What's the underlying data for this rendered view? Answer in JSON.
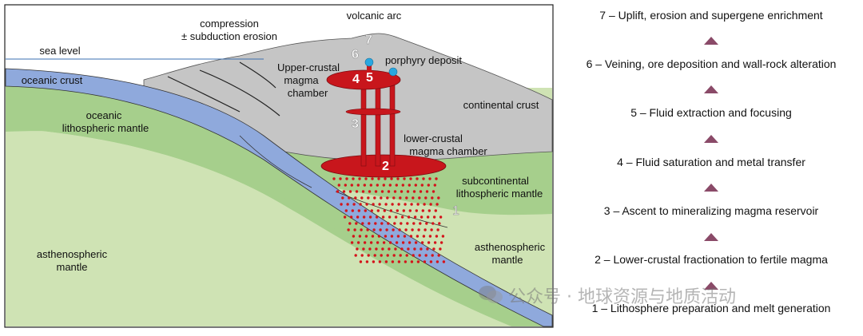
{
  "colors": {
    "crust": "#c5c5c5",
    "oceanic_crust": "#8fa9dc",
    "lith_mantle": "#a6cf8c",
    "asthenosphere": "#cfe3b4",
    "magma": "#c8161c",
    "ore": "#2aa7e0",
    "arrow": "#8a4a68"
  },
  "labels": {
    "compression": "compression",
    "subduction_erosion": "± subduction erosion",
    "volcanic_arc": "volcanic arc",
    "sea_level": "sea level",
    "oceanic_crust": "oceanic crust",
    "oceanic_mantle_1": "oceanic",
    "oceanic_mantle_2": "lithospheric mantle",
    "upper_chamber_1": "Upper-crustal",
    "upper_chamber_2": "magma",
    "upper_chamber_3": "chamber",
    "porphyry_deposit": "porphyry deposit",
    "continental_crust": "continental crust",
    "lower_chamber_1": "lower-crustal",
    "lower_chamber_2": "magma chamber",
    "subcont_1": "subcontinental",
    "subcont_2": "lithospheric mantle",
    "astheno_left_1": "asthenospheric",
    "astheno_left_2": "mantle",
    "astheno_right_1": "asthenospheric",
    "astheno_right_2": "mantle"
  },
  "markers": {
    "m1": "1",
    "m2": "2",
    "m3": "3",
    "m4": "4",
    "m5": "5",
    "m6": "6",
    "m7": "7"
  },
  "steps": [
    "7 – Uplift, erosion and supergene enrichment",
    "6 – Veining, ore deposition and wall-rock alteration",
    "5 – Fluid extraction and focusing",
    "4 – Fluid saturation and metal transfer",
    "3 – Ascent to mineralizing magma reservoir",
    "2 – Lower-crustal fractionation to fertile magma",
    "1 – Lithosphere preparation and melt generation"
  ],
  "watermark": "公众号 · 地球资源与地质活动"
}
